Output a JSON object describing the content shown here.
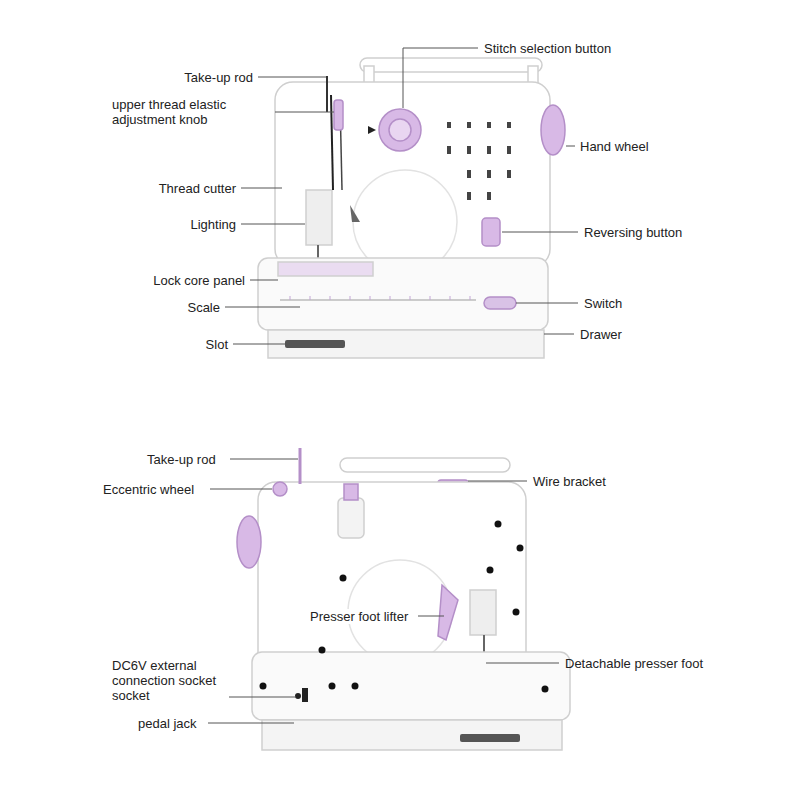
{
  "diagram": {
    "labels": [
      "Stitch selection button",
      "Take-up rod",
      "upper thread elastic adjustment knob",
      "Hand wheel",
      "Thread cutter",
      "Lighting",
      "Reversing button",
      "Lock core panel",
      "Scale",
      "Switch",
      "Slot",
      "Drawer",
      "Take-up rod",
      "Wire bracket",
      "Eccentric wheel",
      "Presser foot lifter",
      "Detachable presser foot",
      "DC6V external connection socket socket",
      "pedal jack"
    ]
  }
}
